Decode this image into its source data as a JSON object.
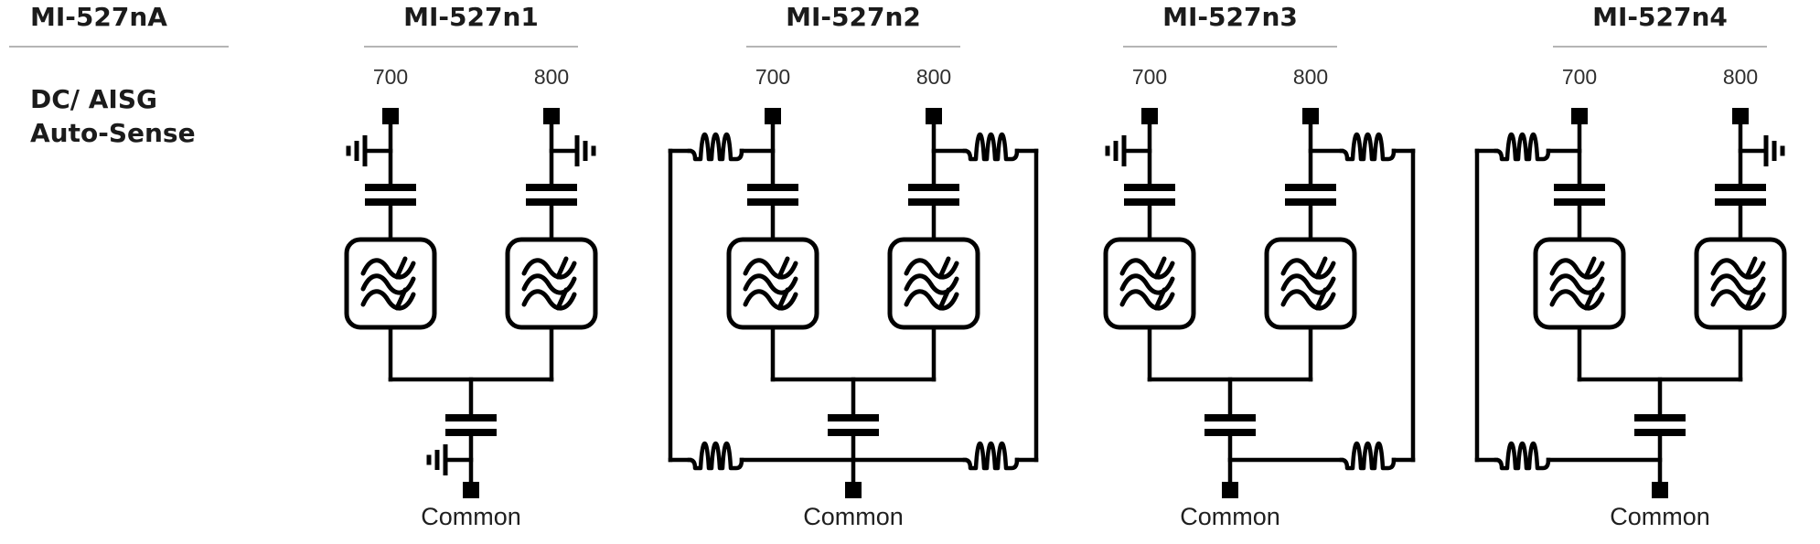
{
  "page": {
    "background": "#ffffff",
    "line_color": "#000000",
    "divider_color": "#b5b5b5",
    "title_color": "#1b1b1b",
    "port_label_color": "#2f2f2f"
  },
  "header_column": {
    "title": "MI-527nA",
    "row_label_line1": "DC/ AISG",
    "row_label_line2": "Auto-Sense"
  },
  "circuits": [
    {
      "title": "MI-527n1",
      "ports": [
        {
          "label": "700",
          "branch": "ground"
        },
        {
          "label": "800",
          "branch": "ground"
        }
      ],
      "common": {
        "label": "Common",
        "branch": "ground"
      }
    },
    {
      "title": "MI-527n2",
      "ports": [
        {
          "label": "700",
          "branch": "choke-bypass"
        },
        {
          "label": "800",
          "branch": "choke-bypass"
        }
      ],
      "common": {
        "label": "Common",
        "branch": "none"
      }
    },
    {
      "title": "MI-527n3",
      "ports": [
        {
          "label": "700",
          "branch": "ground"
        },
        {
          "label": "800",
          "branch": "choke-bypass"
        }
      ],
      "common": {
        "label": "Common",
        "branch": "none"
      }
    },
    {
      "title": "MI-527n4",
      "ports": [
        {
          "label": "700",
          "branch": "choke-bypass"
        },
        {
          "label": "800",
          "branch": "ground"
        }
      ],
      "common": {
        "label": "Common",
        "branch": "none"
      }
    }
  ]
}
